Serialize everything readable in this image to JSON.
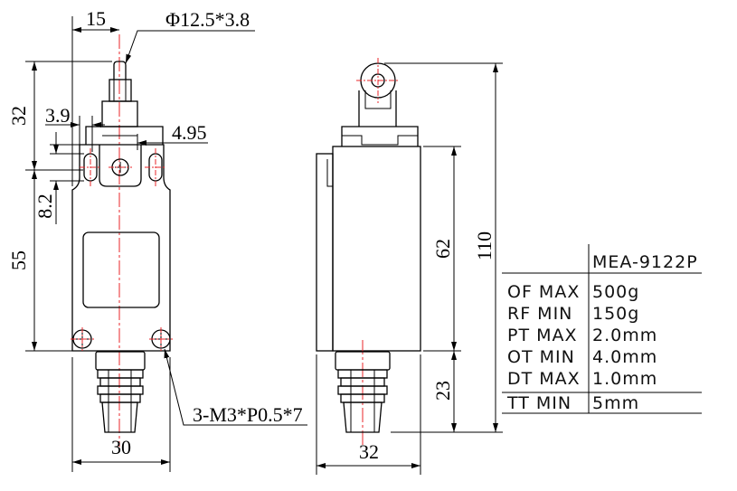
{
  "front_view": {
    "dim_15": "15",
    "dim_plunger": "Φ12.5*3.8",
    "dim_32": "32",
    "dim_3_9": "3.9",
    "dim_4_95": "4.95",
    "dim_8_2": "8.2",
    "dim_55": "55",
    "dim_screws": "3-M3*P0.5*7",
    "dim_30": "30"
  },
  "side_view": {
    "dim_62": "62",
    "dim_110": "110",
    "dim_23": "23",
    "dim_32": "32"
  },
  "spec_table": {
    "model": "MEA-9122P",
    "rows": [
      {
        "label": "OF MAX",
        "value": "500g"
      },
      {
        "label": "RF MIN",
        "value": "150g"
      },
      {
        "label": "PT MAX",
        "value": "2.0mm"
      },
      {
        "label": "OT MIN",
        "value": "4.0mm"
      },
      {
        "label": "DT MAX",
        "value": "1.0mm"
      },
      {
        "label": "TT MIN",
        "value": "5mm"
      }
    ]
  },
  "colors": {
    "outline": "#000000",
    "center_line": "#e8262a",
    "background": "#ffffff"
  }
}
